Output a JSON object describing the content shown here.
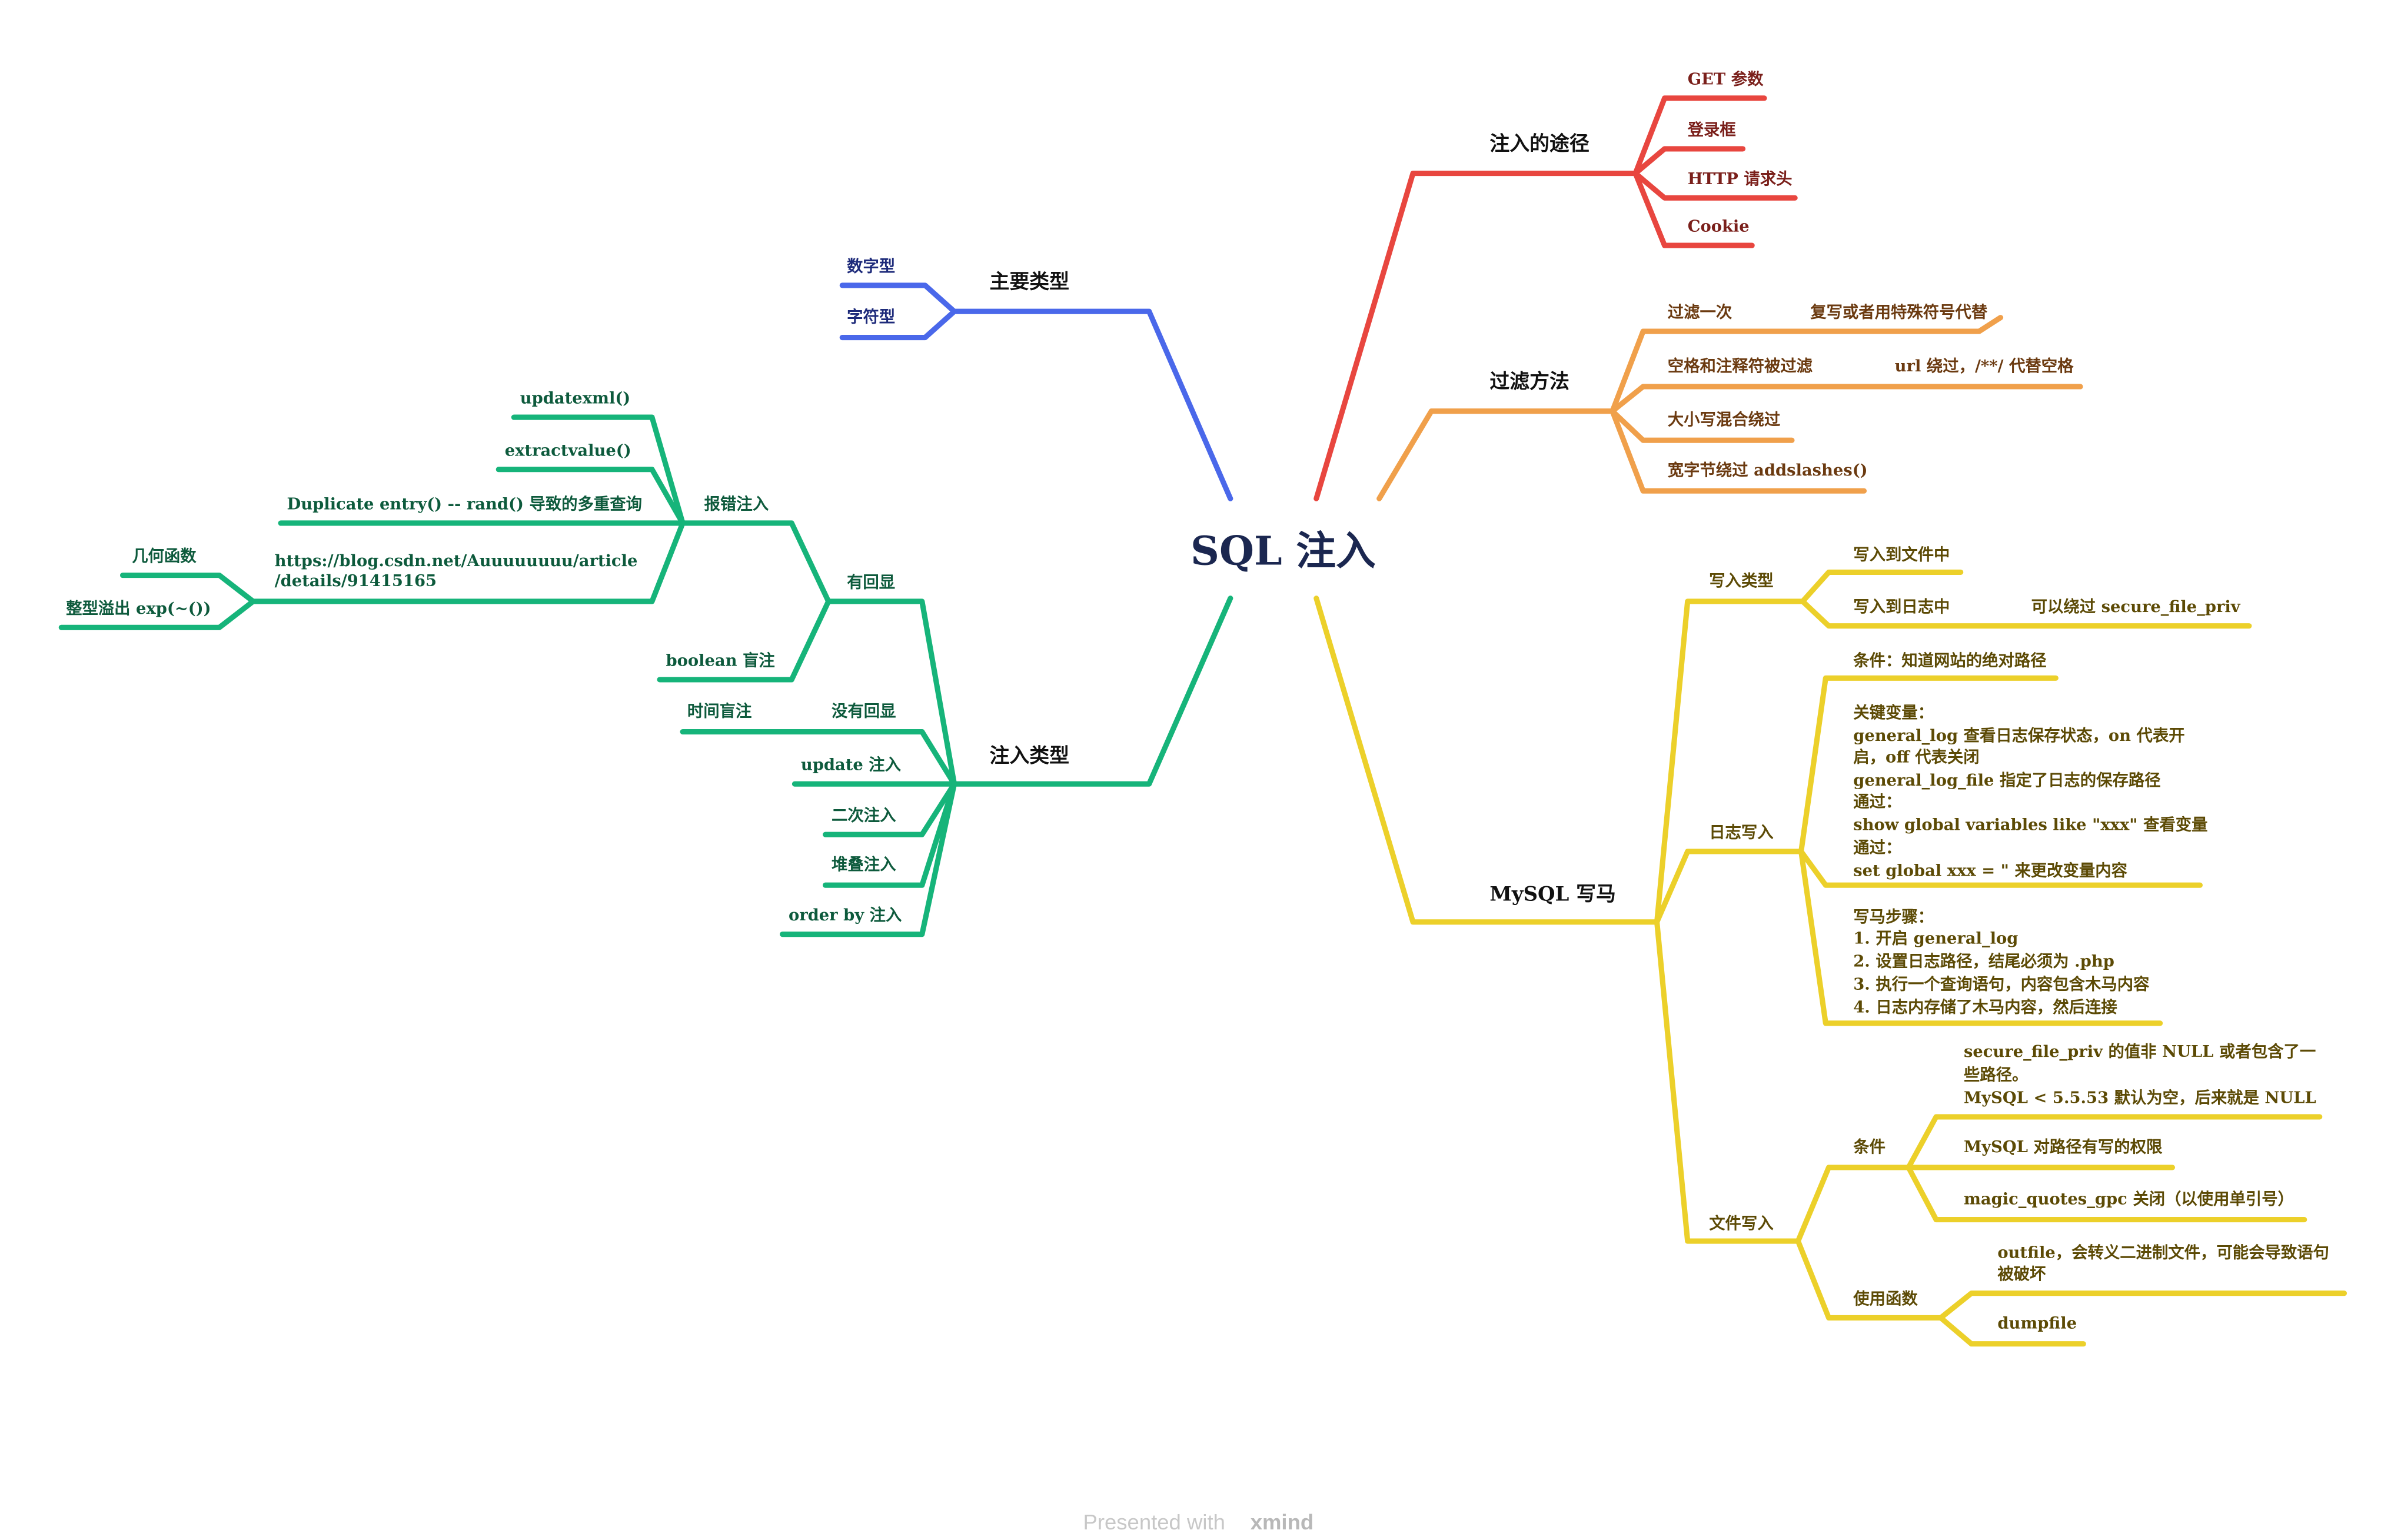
{
  "root": "SQL 注入",
  "watermark": {
    "presented": "Presented with",
    "brand": "xmind"
  },
  "colors": {
    "red": "#e8463f",
    "orange": "#f0a04b",
    "yellow": "#ecd02a",
    "blue": "#4a68ea",
    "green": "#16b47a"
  },
  "branches": {
    "paths": {
      "label": "注入的途径",
      "items": [
        "GET 参数",
        "登录框",
        "HTTP 请求头",
        "Cookie"
      ]
    },
    "filter": {
      "label": "过滤方法",
      "items": [
        {
          "label": "过滤一次",
          "detail": "复写或者用特殊符号代替"
        },
        {
          "label": "空格和注释符被过滤",
          "detail": "url 绕过，/**/ 代替空格"
        },
        {
          "label": "大小写混合绕过"
        },
        {
          "label": "宽字节绕过 addslashes()"
        }
      ]
    },
    "mysql": {
      "label": "MySQL 写马",
      "write_types": {
        "label": "写入类型",
        "items": [
          {
            "label": "写入到文件中"
          },
          {
            "label": "写入到日志中",
            "detail": "可以绕过 secure_file_priv"
          }
        ]
      },
      "log_write": {
        "label": "日志写入",
        "condition": "条件：知道网站的绝对路径",
        "vars_lines": [
          "关键变量：",
          "general_log 查看日志保存状态，on 代表开",
          "启，off 代表关闭",
          "general_log_file 指定了日志的保存路径",
          "通过：",
          "show global variables like \"xxx\" 查看变量",
          "通过：",
          "set global xxx = \" 来更改变量内容"
        ],
        "steps_lines": [
          "写马步骤：",
          "1. 开启 general_log",
          "2. 设置日志路径，结尾必须为 .php",
          "3. 执行一个查询语句，内容包含木马内容",
          "4. 日志内存储了木马内容，然后连接"
        ]
      },
      "file_write": {
        "label": "文件写入",
        "conditions": {
          "label": "条件",
          "secure_lines": [
            "secure_file_priv 的值非 NULL 或者包含了一",
            "些路径。",
            "MySQL < 5.5.53 默认为空，后来就是 NULL"
          ],
          "perm": "MySQL 对路径有写的权限",
          "gpc": "magic_quotes_gpc 关闭（以使用单引号）"
        },
        "functions": {
          "label": "使用函数",
          "outfile_lines": [
            "outfile，会转义二进制文件，可能会导致语句",
            "被破坏"
          ],
          "dumpfile": "dumpfile"
        }
      }
    },
    "main_types": {
      "label": "主要类型",
      "items": [
        "数字型",
        "字符型"
      ]
    },
    "inject_types": {
      "label": "注入类型",
      "echo": {
        "label": "有回显",
        "error": {
          "label": "报错注入",
          "items": [
            "updatexml()",
            "extractvalue()",
            "Duplicate entry() -- rand() 导致的多重查询"
          ],
          "url_lines": [
            "https://blog.csdn.net/Auuuuuuuu/article",
            "/details/91415165"
          ],
          "sub": [
            "几何函数",
            "整型溢出 exp(~())"
          ]
        },
        "boolean": "boolean 盲注"
      },
      "no_echo": {
        "label": "没有回显",
        "time": "时间盲注"
      },
      "others": [
        "update 注入",
        "二次注入",
        "堆叠注入",
        "order by 注入"
      ]
    }
  }
}
